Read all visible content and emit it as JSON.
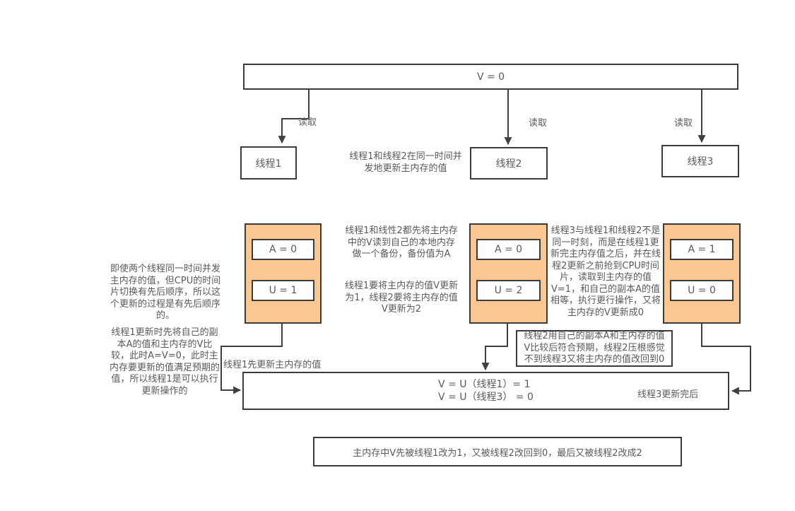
{
  "colors": {
    "copy_fill": "#fcc690",
    "border": "#3b3b3b",
    "line": "#404040",
    "text": "#595959"
  },
  "diagram": {
    "main_memory": "V = 0",
    "read_label": "读取",
    "threads": [
      "线程1",
      "线程2",
      "线程3"
    ],
    "copies": [
      {
        "a": "A = 0",
        "u": "U = 1"
      },
      {
        "a": "A = 0",
        "u": "U = 2"
      },
      {
        "a": "A = 1",
        "u": "U = 0"
      }
    ],
    "notes": {
      "threads12_concurrent": "线程1和线程2在同一时间并\n发地更新主内存的值",
      "left_cpu_order": "即使两个线程同一时间并发\n主内存的值，但CPU的时间\n片切换有先后顺序，所以这\n个更新的过程是有先后顺序\n的。",
      "left_thread1_cas": "线程1更新时先将自己的副\n本A的值和主内存的V比\n较，此时A=V=0，此时主\n内存要更新的值满足预期的\n值，所以线程1是可以执行\n更新操作的",
      "mid_backup": "线程1和线性2都先将主内存\n中的V读到自己的本地内存\n做一个备份，备份值为A",
      "mid_update_intent": "线程1要将主内存的值V更新\n为1，线程2要将主内存的值\nV更新为2",
      "right_thread3": "线程3与线程1和线程2不是\n同一时刻，而是在线程1更\n新完主内存值之后，并在线\n程2更新之前抢到CPU时间\n片，读取到主内存的值\nV=1，和自己的副本A的值\n相等，执行更行操作，又将\n主内存的V更新成0",
      "thread2_check": "线程2用自己的副本A和主内存的值\nV比较后符合预期，线程2压根感觉\n不到线程3又将主内存的值改回到0",
      "thread1_first": "线程1先更新主内存的值",
      "thread3_done": "线程3更新完后",
      "result_equations": "V = U（线程1）= 1\nV = U（线程3） = 0",
      "summary": "主内存中V先被线程1改为1，又被线程2改回到0，最后又被线程2改成2"
    }
  }
}
